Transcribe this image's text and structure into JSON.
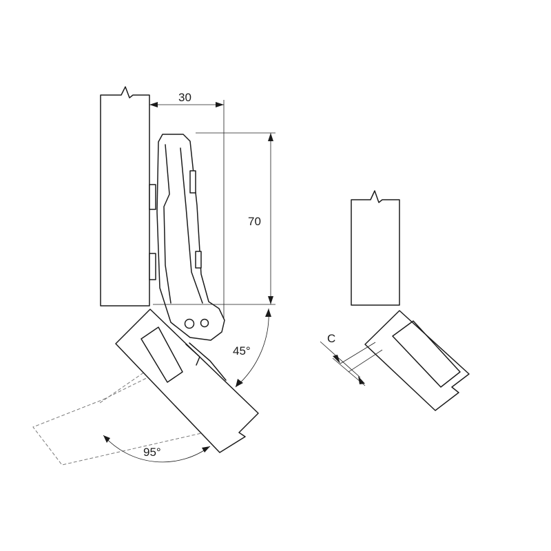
{
  "dimensions": {
    "width_label": "30",
    "height_label": "70",
    "opening_angle_label": "45°",
    "door_angle_label": "95°",
    "clearance_label": "C"
  }
}
